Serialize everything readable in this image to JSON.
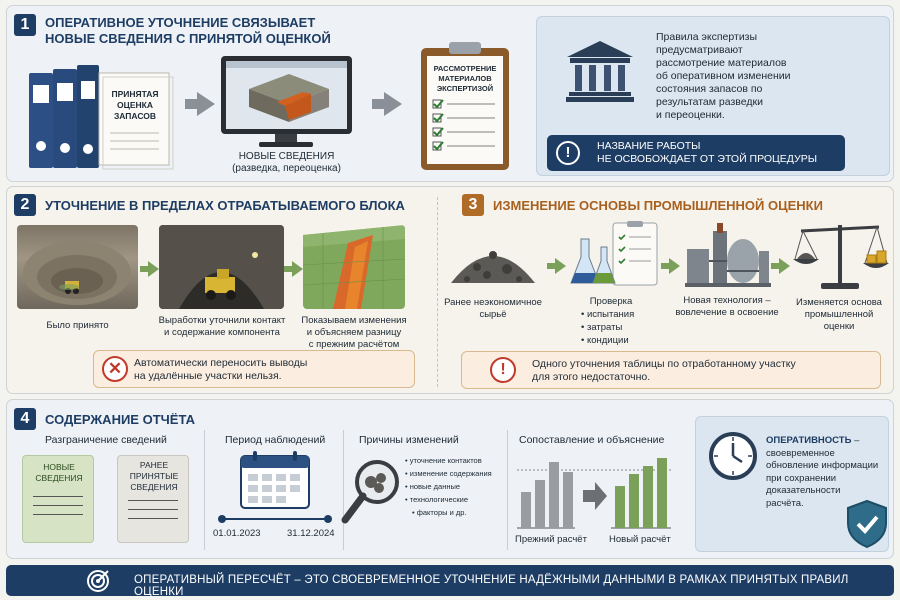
{
  "section1": {
    "number": "1",
    "title_line1": "ОПЕРАТИВНОЕ УТОЧНЕНИЕ СВЯЗЫВАЕТ",
    "title_line2": "НОВЫЕ СВЕДЕНИЯ С ПРИНЯТОЙ ОЦЕНКОЙ",
    "binder_label": [
      "ПРИНЯТАЯ",
      "ОЦЕНКА",
      "ЗАПАСОВ"
    ],
    "monitor_caption_line1": "НОВЫЕ СВЕДЕНИЯ",
    "monitor_caption_line2": "(разведка, переоценка)",
    "clipboard_label": [
      "РАССМОТРЕНИЕ",
      "МАТЕРИАЛОВ",
      "ЭКСПЕРТИЗОЙ"
    ],
    "rules_text": [
      "Правила экспертизы",
      "предусматривают",
      "рассмотрение материалов",
      "об оперативном изменении",
      "состояния запасов по",
      "результатам разведки",
      "и переоценки."
    ],
    "notice_line1": "НАЗВАНИЕ РАБОТЫ",
    "notice_line2": "НЕ ОСВОБОЖДАЕТ ОТ ЭТОЙ ПРОЦЕДУРЫ"
  },
  "section2": {
    "number": "2",
    "title": "УТОЧНЕНИЕ В ПРЕДЕЛАХ ОТРАБАТЫВАЕМОГО БЛОКА",
    "step1": "Было принято",
    "step2_line1": "Выработки уточнили контакт",
    "step2_line2": "и содержание компонента",
    "step3_line1": "Показываем изменения",
    "step3_line2": "и объясняем разницу",
    "step3_line3": "с прежним расчётом",
    "warning_line1": "Автоматически переносить выводы",
    "warning_line2": "на удалённые участки нельзя."
  },
  "section3": {
    "number": "3",
    "title": "ИЗМЕНЕНИЕ ОСНОВЫ ПРОМЫШЛЕННОЙ ОЦЕНКИ",
    "step1_line1": "Ранее неэкономичное",
    "step1_line2": "сырьё",
    "step2_title": "Проверка",
    "step2_items": [
      "испытания",
      "затраты",
      "кондиции"
    ],
    "step3_line1": "Новая технология –",
    "step3_line2": "вовлечение в освоение",
    "step4_line1": "Изменяется основа",
    "step4_line2": "промышленной",
    "step4_line3": "оценки",
    "warning_line1": "Одного уточнения таблицы по отработанному участку",
    "warning_line2": "для этого недостаточно."
  },
  "section4": {
    "number": "4",
    "title": "СОДЕРЖАНИЕ ОТЧЁТА",
    "col1_title": "Разграничение сведений",
    "card_new": [
      "НОВЫЕ",
      "СВЕДЕНИЯ"
    ],
    "card_old": [
      "РАНЕЕ",
      "ПРИНЯТЫЕ",
      "СВЕДЕНИЯ"
    ],
    "col2_title": "Период наблюдений",
    "date_start": "01.01.2023",
    "date_end": "31.12.2024",
    "col3_title": "Причины изменений",
    "reasons": [
      "уточнение контактов",
      "изменение содержания",
      "новые данные",
      "технологические",
      "факторы и др."
    ],
    "col4_title": "Сопоставление и объяснение",
    "chart_before_label": "Прежний расчёт",
    "chart_after_label": "Новый расчёт",
    "promptness_title": "ОПЕРАТИВНОСТЬ",
    "promptness_dash": " –",
    "promptness_text": [
      "своевременное",
      "обновление информации",
      "при сохранении",
      "доказательности",
      "расчёта."
    ]
  },
  "footer": {
    "text": "ОПЕРАТИВНЫЙ ПЕРЕСЧЁТ – ЭТО СВОЕВРЕМЕННОЕ УТОЧНЕНИЕ НАДЁЖНЫМИ ДАННЫМИ В РАМКАХ ПРИНЯТЫХ ПРАВИЛ ОЦЕНКИ"
  },
  "colors": {
    "navy": "#1e3d64",
    "brown": "#b06b27",
    "green": "#7aa05a",
    "warning_red": "#c0392b"
  }
}
